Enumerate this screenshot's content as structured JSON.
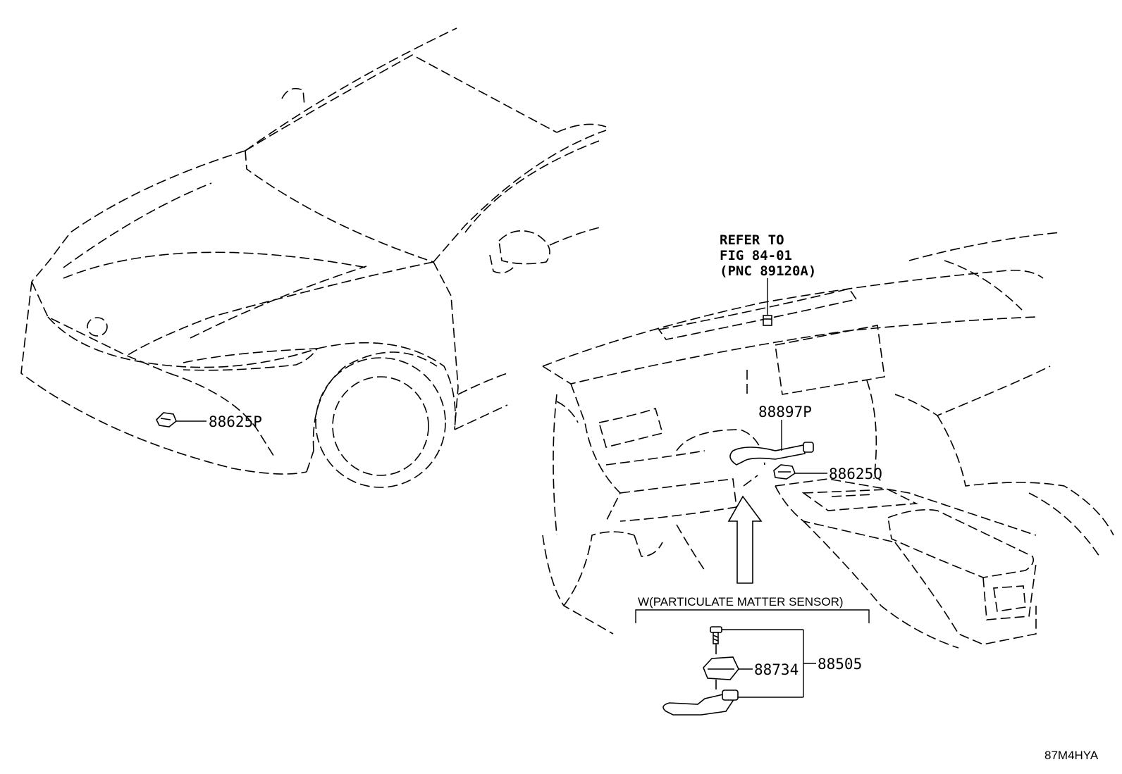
{
  "callouts": {
    "p88625P": "88625P",
    "p88897P": "88897P",
    "p88625Q": "88625Q",
    "p88734": "88734",
    "p88505": "88505"
  },
  "refer": {
    "line1": "REFER TO",
    "line2": "FIG 84-01",
    "line3": "(PNC 89120A)"
  },
  "sensor_group_label": "W(PARTICULATE MATTER SENSOR)",
  "diagram_code": "87M4HYA"
}
